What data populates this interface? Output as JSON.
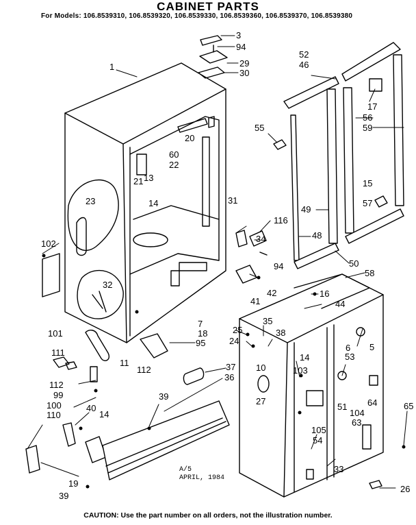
{
  "title": "CABINET PARTS",
  "models": "For Models: 106.8539310, 106.8539320, 106.8539330, 106.8539360, 106.8539370, 106.8539380",
  "stamp": "A/5\nAPRIL, 1984",
  "caution": "CAUTION: Use the part number on all orders, not the illustration number.",
  "callouts": [
    "1",
    "3",
    "94",
    "29",
    "30",
    "52",
    "46",
    "17",
    "56",
    "59",
    "55",
    "20",
    "60",
    "22",
    "13",
    "21",
    "14",
    "23",
    "15",
    "49",
    "57",
    "31",
    "116",
    "34",
    "48",
    "102",
    "94",
    "50",
    "58",
    "32",
    "42",
    "41",
    "16",
    "44",
    "35",
    "25",
    "38",
    "24",
    "7",
    "18",
    "95",
    "5",
    "101",
    "111",
    "112",
    "11",
    "14",
    "6",
    "53",
    "37",
    "36",
    "103",
    "10",
    "27",
    "112",
    "99",
    "100",
    "110",
    "39",
    "40",
    "14",
    "65",
    "105",
    "51",
    "104",
    "63",
    "64",
    "54",
    "19",
    "33",
    "26",
    "39"
  ]
}
